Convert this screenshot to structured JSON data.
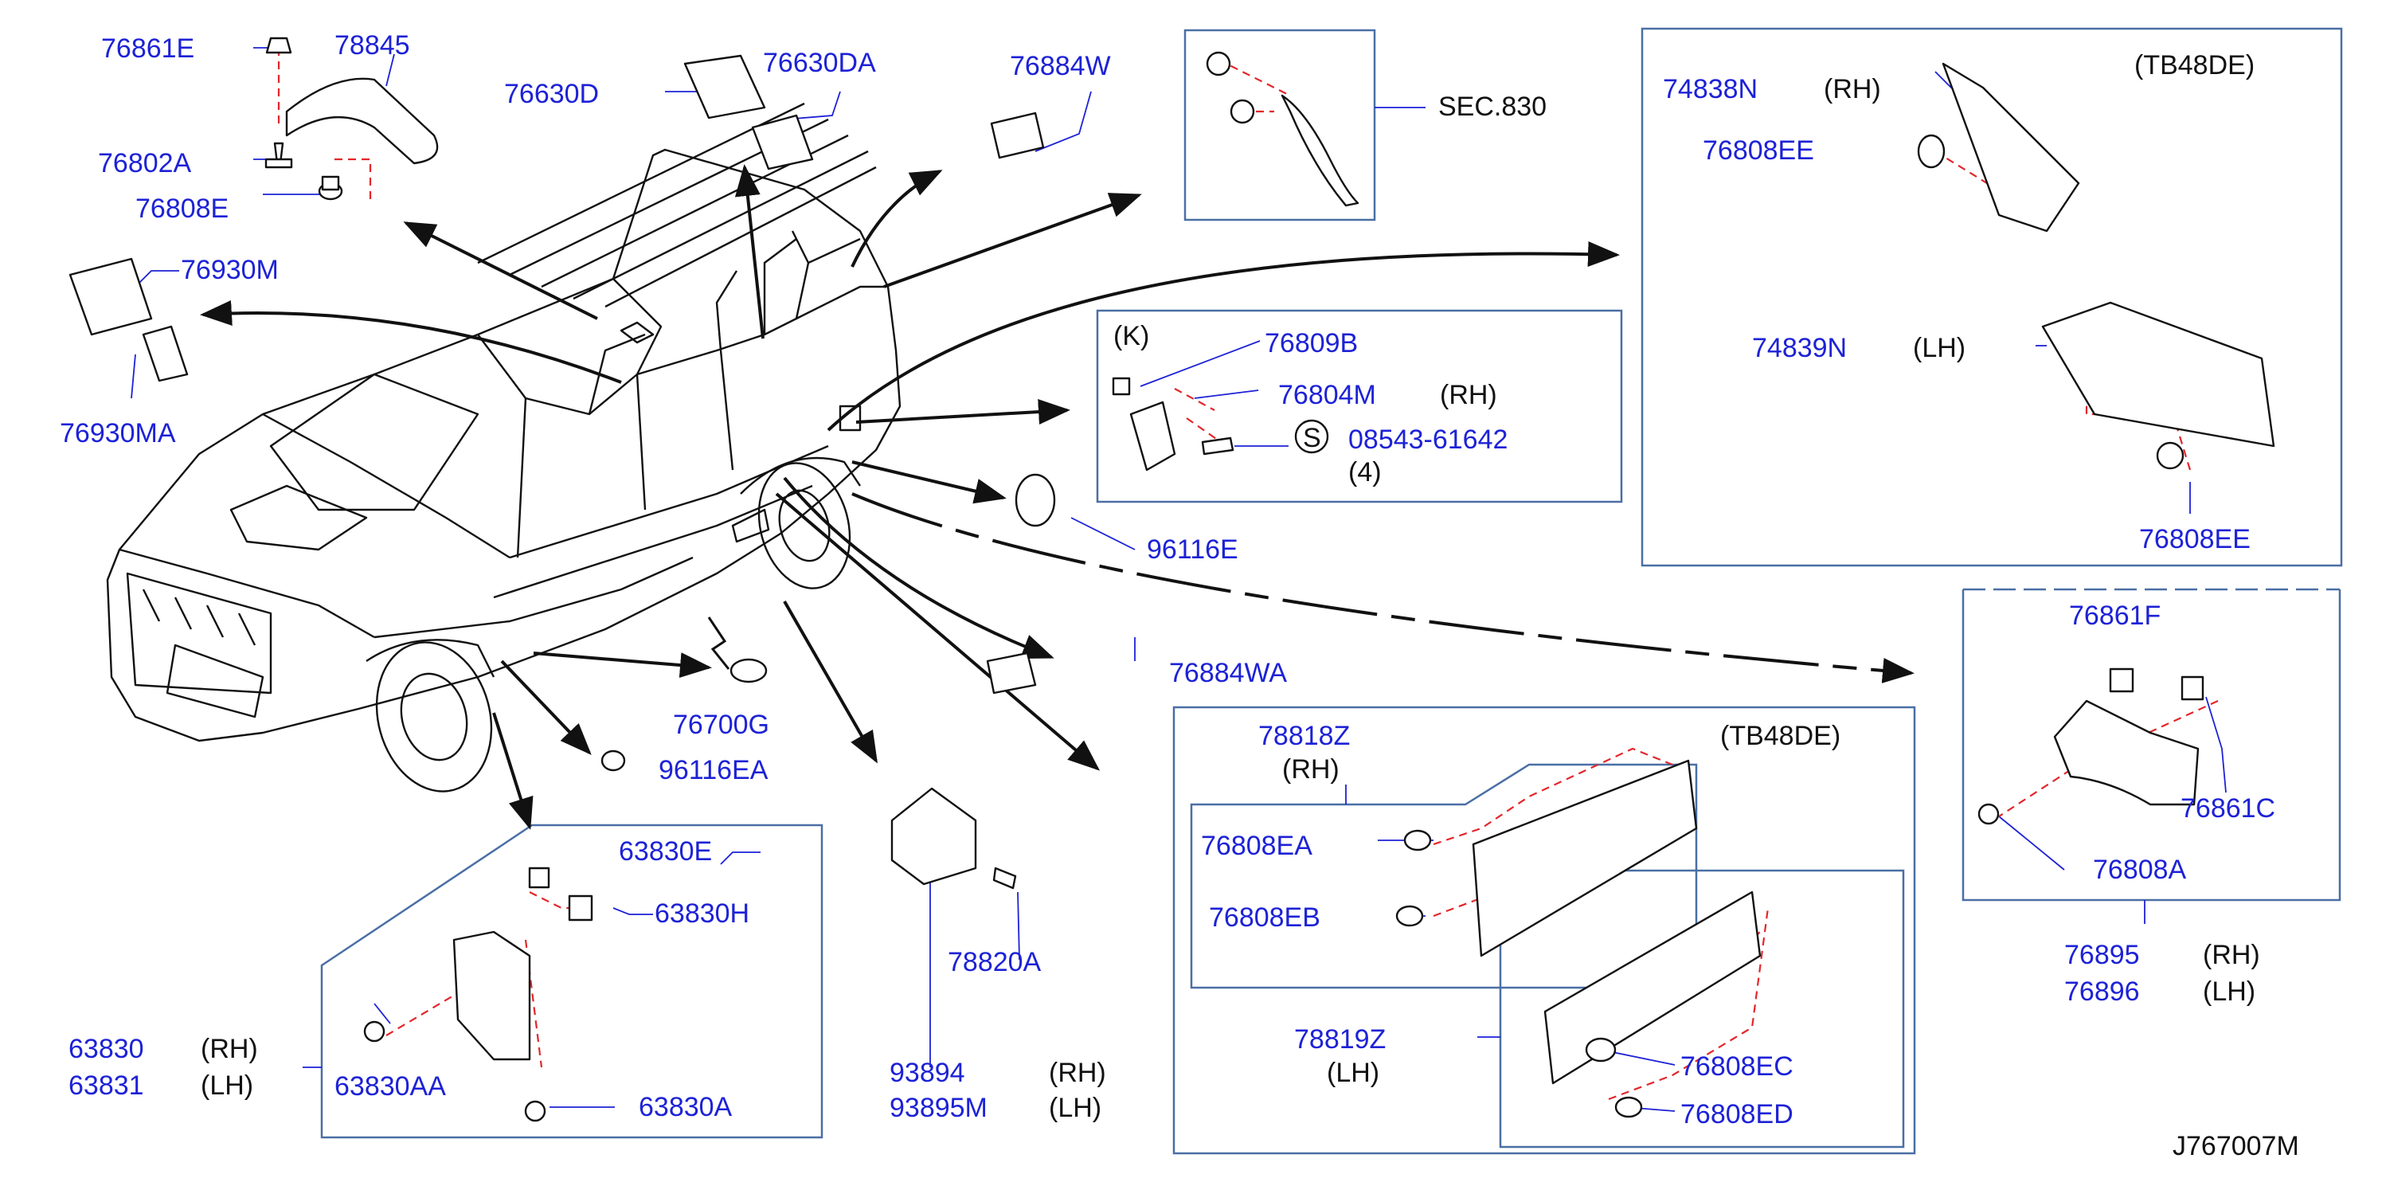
{
  "diagram_code": "J767007M",
  "colors": {
    "part_number": "#1d22d6",
    "text": "#111111",
    "frame": "#4a6fa5",
    "leader": "#1d22d6",
    "dashed_fastener_path": "#e3262a",
    "line_art": "#111111"
  },
  "icons": {
    "screw": "screw-icon",
    "clip": "clip-icon",
    "grommet": "grommet-icon",
    "plug": "plug-icon",
    "pad": "pad-icon",
    "bracket": "bracket-icon",
    "mud_guard": "mud-guard-icon",
    "vehicle": "vehicle-outline",
    "s_circle": "s-circle-icon"
  },
  "callouts": {
    "p76861E": "76861E",
    "p78845": "78845",
    "p76802A": "76802A",
    "p76808E": "76808E",
    "p76630D": "76630D",
    "p76630DA": "76630DA",
    "p76884W": "76884W",
    "p76930M": "76930M",
    "p76930MA": "76930MA",
    "p96116E": "96116E",
    "p76884WA": "76884WA",
    "p76700G": "76700G",
    "p96116EA": "96116EA",
    "p78820A": "78820A",
    "p93894": "93894",
    "p93895M": "93895M"
  },
  "sec830": {
    "label": "SEC.830"
  },
  "box_k": {
    "label": "(K)",
    "p76809B": "76809B",
    "p76804M": "76804M",
    "p76804M_side": "(RH)",
    "s_mark": "S",
    "bolt": "08543-61642",
    "qty": "(4)"
  },
  "box_tb_top": {
    "engine": "(TB48DE)",
    "p74838N": "74838N",
    "p74838N_side": "(RH)",
    "p76808EE_a": "76808EE",
    "p74839N": "74839N",
    "p74839N_side": "(LH)",
    "p76808EE_b": "76808EE"
  },
  "box_rear_mudguard": {
    "p76861F": "76861F",
    "p76861C": "76861C",
    "p76808A": "76808A",
    "p76895": "76895",
    "p76895_side": "(RH)",
    "p76896": "76896",
    "p76896_side": "(LH)"
  },
  "box_sill": {
    "engine": "(TB48DE)",
    "p78818Z": "78818Z",
    "p78818Z_side": "(RH)",
    "p76808EA": "76808EA",
    "p76808EB": "76808EB",
    "p78819Z": "78819Z",
    "p78819Z_side": "(LH)",
    "p76808EC": "76808EC",
    "p76808ED": "76808ED"
  },
  "box_front_mudguard": {
    "p63830E": "63830E",
    "p63830H": "63830H",
    "p63830": "63830",
    "p63830_side": "(RH)",
    "p63831": "63831",
    "p63831_side": "(LH)",
    "p63830AA": "63830AA",
    "p63830A": "63830A"
  },
  "side_labels": {
    "rh_93894": "(RH)",
    "lh_93895M": "(LH)"
  }
}
